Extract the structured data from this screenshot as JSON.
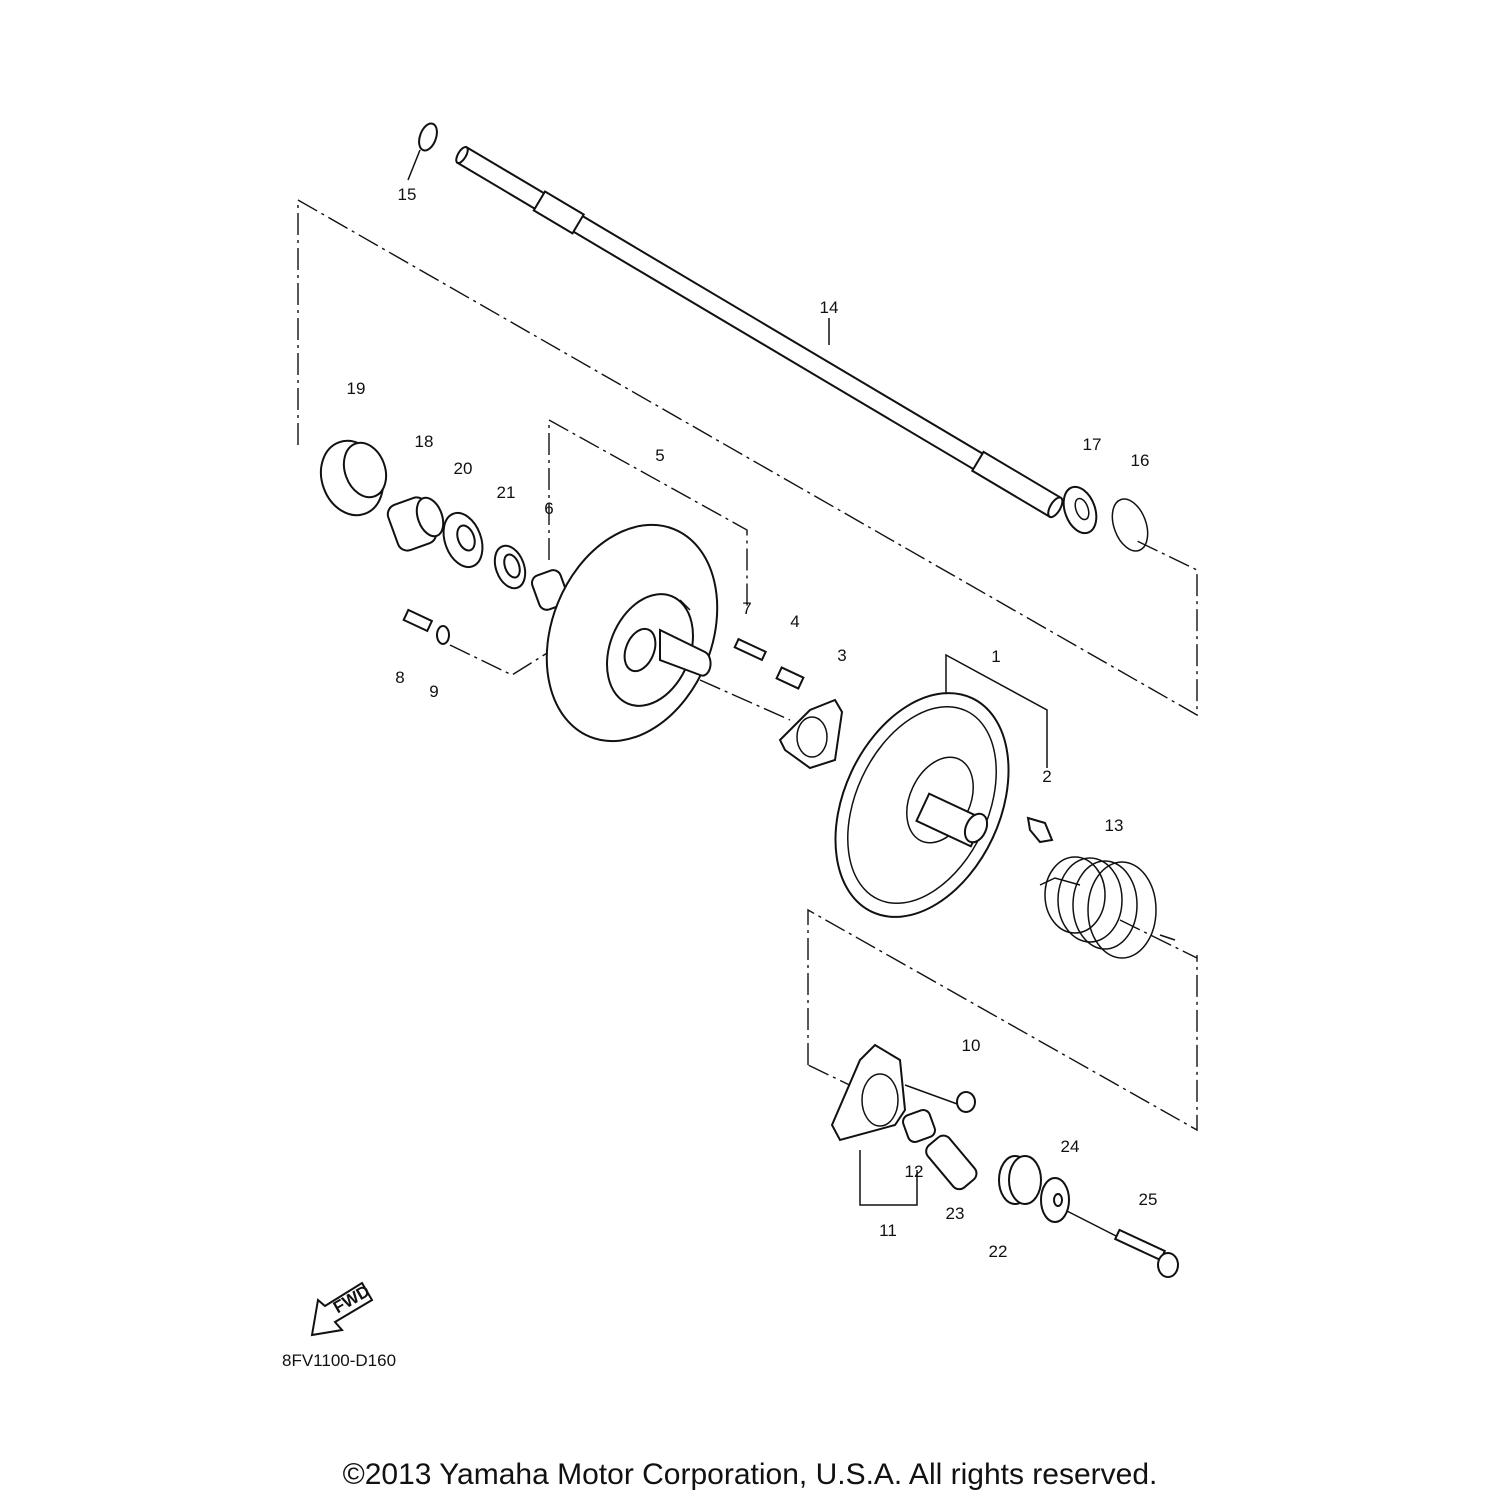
{
  "diagram_code": "8FV1100-D160",
  "fwd_label": "FWD",
  "copyright": "©2013 Yamaha Motor Corporation, U.S.A. All rights reserved.",
  "callouts": [
    "1",
    "2",
    "3",
    "4",
    "5",
    "6",
    "7",
    "8",
    "9",
    "10",
    "11",
    "12",
    "13",
    "14",
    "15",
    "16",
    "17",
    "18",
    "19",
    "20",
    "21",
    "22",
    "23",
    "24",
    "25"
  ]
}
